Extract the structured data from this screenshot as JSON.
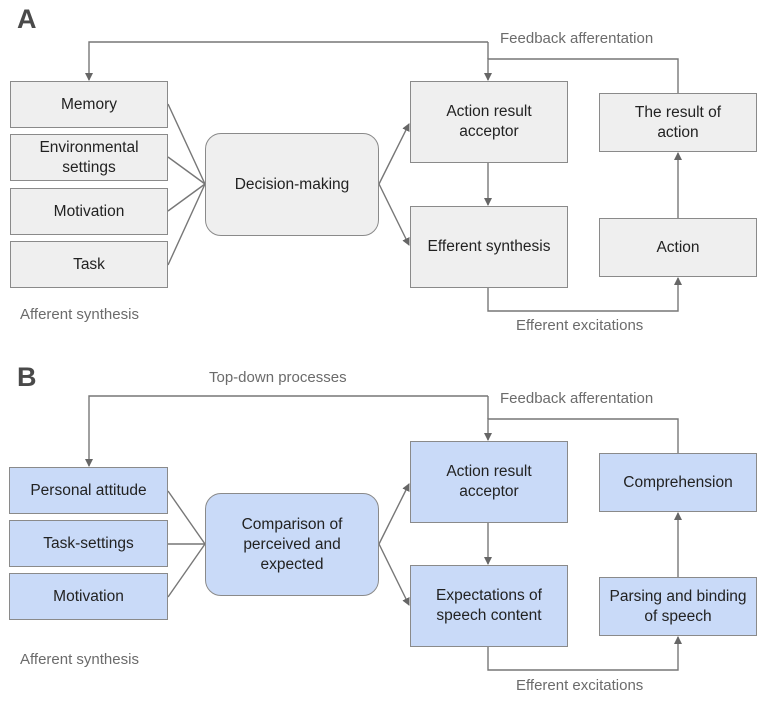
{
  "colors": {
    "panel_a_fill": "#efefef",
    "panel_b_fill": "#c9daf8",
    "border": "#8a8a8a",
    "line": "#777777",
    "caption_text": "#6b6b6b",
    "box_text": "#222222"
  },
  "panel_a": {
    "letter": "A",
    "inputs": [
      "Memory",
      "Environmental settings",
      "Motivation",
      "Task"
    ],
    "input_group_label": "Afferent synthesis",
    "decision": "Decision-making",
    "acceptor": "Action result acceptor",
    "efferent": "Efferent synthesis",
    "result": "The result of action",
    "action": "Action",
    "feedback_label": "Feedback afferentation",
    "excitation_label": "Efferent excitations"
  },
  "panel_b": {
    "letter": "B",
    "top_label": "Top-down processes",
    "inputs": [
      "Personal attitude",
      "Task-settings",
      "Motivation"
    ],
    "input_group_label": "Afferent synthesis",
    "decision": "Comparison of perceived and expected",
    "acceptor": "Action result acceptor",
    "efferent": "Expectations of speech content",
    "result": "Comprehension",
    "action": "Parsing and binding of speech",
    "feedback_label": "Feedback afferentation",
    "excitation_label": "Efferent excitations"
  }
}
